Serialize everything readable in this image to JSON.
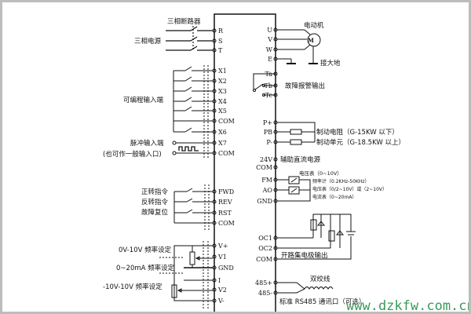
{
  "left_terminals": [
    "R",
    "S",
    "T",
    "X1",
    "X2",
    "X3",
    "X4",
    "X5",
    "COM",
    "X6",
    "X7",
    "COM",
    "FWD",
    "REV",
    "RST",
    "COM",
    "V+",
    "V1",
    "GND",
    "I",
    "V2",
    "V-"
  ],
  "right_terminals": [
    "U",
    "V",
    "W",
    "E",
    "Ta",
    "Tb",
    "Tc",
    "P+",
    "PB",
    "P-",
    "24V",
    "COM",
    "FM",
    "AO",
    "GND",
    "OC1",
    "OC2",
    "COM",
    "485+",
    "485-"
  ],
  "labels": {
    "breaker": "三相断路器",
    "power": "三相电源",
    "prog_input": "可编程输入端",
    "pulse_input": "脉冲输入端",
    "pulse_note": "(也可作一般输入口)",
    "fwd": "正转指令",
    "rev": "反转指令",
    "reset": "故障复位",
    "v010": "0V-10V 频率设定",
    "ma020": "0~20mA 频率设定",
    "vpm10": "-10V-10V 频率设定",
    "motor": "电动机",
    "motor_symbol": "M",
    "ground": "接大地",
    "fault": "故障报警输出",
    "brake_res": "制动电阻（G-15KW 以下）",
    "brake_unit": "制动单元（G-18.5KW 以上）",
    "aux_dc": "辅助直流电源",
    "vmeter": "电压表（0~10V）",
    "freqmeter": "频率计（0.2KHz-50KHz）",
    "vmeter2": "电压表（0/2~10V）或（2~10V）",
    "ameter": "电流表（0~20mA）",
    "oc_out": "开路集电极输出",
    "twisted": "双绞线",
    "rs485": "标准 RS485 通讯口（可选）"
  },
  "watermark": "www.dzkfw.com.cn"
}
